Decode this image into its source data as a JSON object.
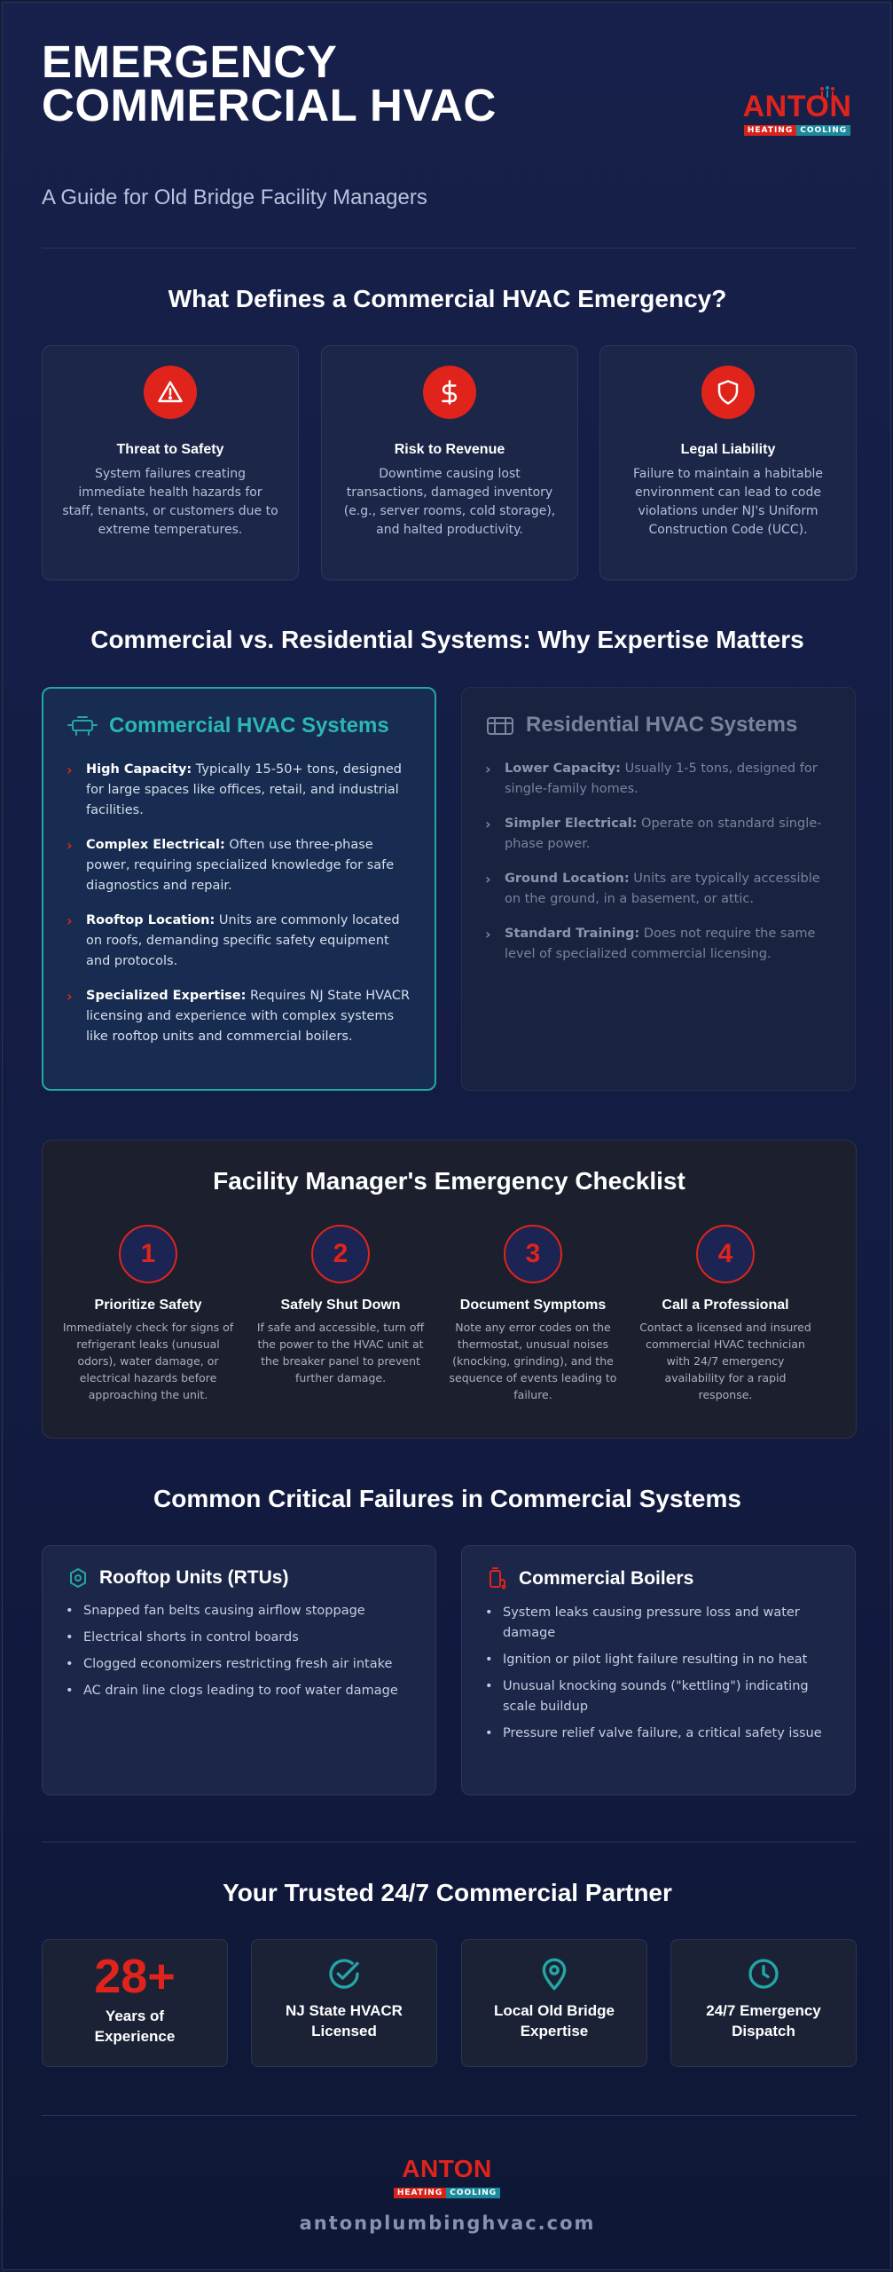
{
  "header": {
    "title": "EMERGENCY COMMERCIAL HVAC",
    "subtitle": "A Guide for Old Bridge Facility Managers"
  },
  "logo": {
    "brand": "ANTON",
    "heating": "HEATING",
    "cooling": "COOLING"
  },
  "definitions": {
    "title": "What Defines a Commercial HVAC Emergency?",
    "items": [
      {
        "icon": "warning-icon",
        "title": "Threat to Safety",
        "text": "System failures creating immediate health hazards for staff, tenants, or customers due to extreme temperatures."
      },
      {
        "icon": "dollar-icon",
        "title": "Risk to Revenue",
        "text": "Downtime causing lost transactions, damaged inventory (e.g., server rooms, cold storage), and halted productivity."
      },
      {
        "icon": "shield-icon",
        "title": "Legal Liability",
        "text": "Failure to maintain a habitable environment can lead to code violations under NJ's Uniform Construction Code (UCC)."
      }
    ]
  },
  "comparison": {
    "title": "Commercial vs. Residential Systems: Why Expertise Matters",
    "commercial": {
      "heading": "Commercial HVAC Systems",
      "items": [
        {
          "label": "High Capacity:",
          "text": " Typically 15-50+ tons, designed for large spaces like offices, retail, and industrial facilities."
        },
        {
          "label": "Complex Electrical:",
          "text": " Often use three-phase power, requiring specialized knowledge for safe diagnostics and repair."
        },
        {
          "label": "Rooftop Location:",
          "text": " Units are commonly located on roofs, demanding specific safety equipment and protocols."
        },
        {
          "label": "Specialized Expertise:",
          "text": " Requires NJ State HVACR licensing and experience with complex systems like rooftop units and commercial boilers."
        }
      ]
    },
    "residential": {
      "heading": "Residential HVAC Systems",
      "items": [
        {
          "label": "Lower Capacity:",
          "text": " Usually 1-5 tons, designed for single-family homes."
        },
        {
          "label": "Simpler Electrical:",
          "text": " Operate on standard single-phase power."
        },
        {
          "label": "Ground Location:",
          "text": " Units are typically accessible on the ground, in a basement, or attic."
        },
        {
          "label": "Standard Training:",
          "text": " Does not require the same level of specialized commercial licensing."
        }
      ]
    }
  },
  "checklist": {
    "title": "Facility Manager's Emergency Checklist",
    "steps": [
      {
        "num": "1",
        "title": "Prioritize Safety",
        "text": "Immediately check for signs of refrigerant leaks (unusual odors), water damage, or electrical hazards before approaching the unit."
      },
      {
        "num": "2",
        "title": "Safely Shut Down",
        "text": "If safe and accessible, turn off the power to the HVAC unit at the breaker panel to prevent further damage."
      },
      {
        "num": "3",
        "title": "Document Symptoms",
        "text": "Note any error codes on the thermostat, unusual noises (knocking, grinding), and the sequence of events leading to failure."
      },
      {
        "num": "4",
        "title": "Call a Professional",
        "text": "Contact a licensed and insured commercial HVAC technician with 24/7 emergency availability for a rapid response."
      }
    ]
  },
  "failures": {
    "title": "Common Critical Failures in Commercial Systems",
    "rtu": {
      "heading": "Rooftop Units (RTUs)",
      "items": [
        "Snapped fan belts causing airflow stoppage",
        "Electrical shorts in control boards",
        "Clogged economizers restricting fresh air intake",
        "AC drain line clogs leading to roof water damage"
      ]
    },
    "boilers": {
      "heading": "Commercial Boilers",
      "items": [
        "System leaks causing pressure loss and water damage",
        "Ignition or pilot light failure resulting in no heat",
        "Unusual knocking sounds (\"kettling\") indicating scale buildup",
        "Pressure relief valve failure, a critical safety issue"
      ]
    }
  },
  "partner": {
    "title": "Your Trusted 24/7 Commercial Partner",
    "years": {
      "value": "28+",
      "label": "Years of Experience"
    },
    "licensed": {
      "icon": "check-circle-icon",
      "label": "NJ State HVACR Licensed"
    },
    "local": {
      "icon": "map-pin-icon",
      "label": "Local Old Bridge Expertise"
    },
    "dispatch": {
      "icon": "clock-icon",
      "label": "24/7 Emergency Dispatch"
    }
  },
  "footer": {
    "url": "antonplumbinghvac.com"
  },
  "colors": {
    "accent_red": "#e0241c",
    "accent_teal": "#24a6a6",
    "background": "#141c3c"
  }
}
